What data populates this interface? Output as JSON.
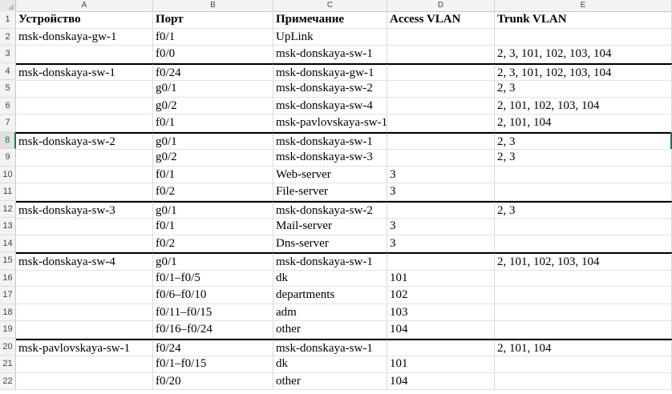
{
  "columns": [
    "A",
    "B",
    "C",
    "D",
    "E"
  ],
  "rows": [
    {
      "n": "1",
      "a": "Устройство",
      "b": "Порт",
      "c": "Примечание",
      "d": "Access VLAN",
      "e": "Trunk VLAN"
    },
    {
      "n": "2",
      "a": "msk-donskaya-gw-1",
      "b": "f0/1",
      "c": "UpLink",
      "d": "",
      "e": ""
    },
    {
      "n": "3",
      "a": "",
      "b": "f0/0",
      "c": "msk-donskaya-sw-1",
      "d": "",
      "e": "2, 3, 101, 102, 103, 104"
    },
    {
      "n": "4",
      "a": "msk-donskaya-sw-1",
      "b": "f0/24",
      "c": "msk-donskaya-gw-1",
      "d": "",
      "e": "2, 3, 101, 102, 103, 104"
    },
    {
      "n": "5",
      "a": "",
      "b": "g0/1",
      "c": "msk-donskaya-sw-2",
      "d": "",
      "e": "2, 3"
    },
    {
      "n": "6",
      "a": "",
      "b": "g0/2",
      "c": "msk-donskaya-sw-4",
      "d": "",
      "e": "2, 101, 102, 103, 104"
    },
    {
      "n": "7",
      "a": "",
      "b": "f0/1",
      "c": "msk-pavlovskaya-sw-1",
      "d": "",
      "e": "2, 101, 104"
    },
    {
      "n": "8",
      "a": "msk-donskaya-sw-2",
      "b": "g0/1",
      "c": "msk-donskaya-sw-1",
      "d": "",
      "e": "2, 3"
    },
    {
      "n": "9",
      "a": "",
      "b": "g0/2",
      "c": "msk-donskaya-sw-3",
      "d": "",
      "e": "2, 3"
    },
    {
      "n": "10",
      "a": "",
      "b": "f0/1",
      "c": "Web-server",
      "d": "3",
      "e": ""
    },
    {
      "n": "11",
      "a": "",
      "b": "f0/2",
      "c": "File-server",
      "d": "3",
      "e": ""
    },
    {
      "n": "12",
      "a": "msk-donskaya-sw-3",
      "b": "g0/1",
      "c": "msk-donskaya-sw-2",
      "d": "",
      "e": "2, 3"
    },
    {
      "n": "13",
      "a": "",
      "b": "f0/1",
      "c": "Mail-server",
      "d": "3",
      "e": ""
    },
    {
      "n": "14",
      "a": "",
      "b": "f0/2",
      "c": "Dns-server",
      "d": "3",
      "e": ""
    },
    {
      "n": "15",
      "a": "msk-donskaya-sw-4",
      "b": "g0/1",
      "c": "msk-donskaya-sw-1",
      "d": "",
      "e": "2, 101, 102, 103, 104"
    },
    {
      "n": "16",
      "a": "",
      "b": "f0/1–f0/5",
      "c": "dk",
      "d": "101",
      "e": ""
    },
    {
      "n": "17",
      "a": "",
      "b": "f0/6–f0/10",
      "c": "departments",
      "d": "102",
      "e": ""
    },
    {
      "n": "18",
      "a": "",
      "b": "f0/11–f0/15",
      "c": "adm",
      "d": "103",
      "e": ""
    },
    {
      "n": "19",
      "a": "",
      "b": "f0/16–f0/24",
      "c": "other",
      "d": "104",
      "e": ""
    },
    {
      "n": "20",
      "a": "msk-pavlovskaya-sw-1",
      "b": "f0/24",
      "c": "msk-donskaya-sw-1",
      "d": "",
      "e": "2, 101, 104"
    },
    {
      "n": "21",
      "a": "",
      "b": "f0/1–f0/15",
      "c": "dk",
      "d": "101",
      "e": ""
    },
    {
      "n": "22",
      "a": "",
      "b": "f0/20",
      "c": "other",
      "d": "104",
      "e": ""
    }
  ]
}
